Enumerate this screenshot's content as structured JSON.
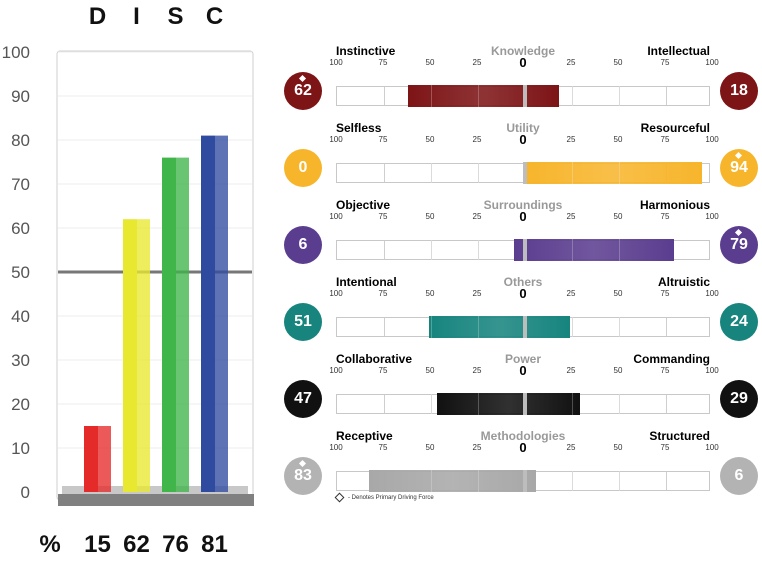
{
  "chart_data": [
    {
      "type": "bar",
      "categories": [
        "D",
        "I",
        "S",
        "C"
      ],
      "values": [
        15,
        62,
        76,
        81
      ],
      "colors": [
        "#e52a2a",
        "#e8e830",
        "#3fb54a",
        "#2f4ba0"
      ],
      "ylim": [
        0,
        100
      ],
      "yticks": [
        "0",
        "10",
        "20",
        "30",
        "40",
        "50",
        "60",
        "70",
        "80",
        "90",
        "100"
      ],
      "reference_line": 50,
      "percent_label": "%",
      "value_labels": [
        "15",
        "62",
        "76",
        "81"
      ]
    },
    {
      "type": "bar",
      "scale_ticks": [
        "100",
        "75",
        "50",
        "25",
        "0",
        "25",
        "50",
        "75",
        "100"
      ],
      "zero_label": "0",
      "rows": [
        {
          "name": "Knowledge",
          "left": "Instinctive",
          "right": "Intellectual",
          "left_score": 62,
          "right_score": 18,
          "left_text": "62",
          "right_text": "18",
          "primary": "left",
          "color": "#7d1416"
        },
        {
          "name": "Utility",
          "left": "Selfless",
          "right": "Resourceful",
          "left_score": 0,
          "right_score": 94,
          "left_text": "0",
          "right_text": "94",
          "primary": "right",
          "color": "#f7b52c"
        },
        {
          "name": "Surroundings",
          "left": "Objective",
          "right": "Harmonious",
          "left_score": 6,
          "right_score": 79,
          "left_text": "6",
          "right_text": "79",
          "primary": "right",
          "color": "#5b3d8f"
        },
        {
          "name": "Others",
          "left": "Intentional",
          "right": "Altruistic",
          "left_score": 51,
          "right_score": 24,
          "left_text": "51",
          "right_text": "24",
          "primary": "none",
          "color": "#17847e"
        },
        {
          "name": "Power",
          "left": "Collaborative",
          "right": "Commanding",
          "left_score": 47,
          "right_score": 29,
          "left_text": "47",
          "right_text": "29",
          "primary": "none",
          "color": "#111111"
        },
        {
          "name": "Methodologies",
          "left": "Receptive",
          "right": "Structured",
          "left_score": 83,
          "right_score": 6,
          "left_text": "83",
          "right_text": "6",
          "primary": "left",
          "color": "#a8a8a8"
        }
      ],
      "note": "- Denotes Primary Driving Force"
    }
  ]
}
